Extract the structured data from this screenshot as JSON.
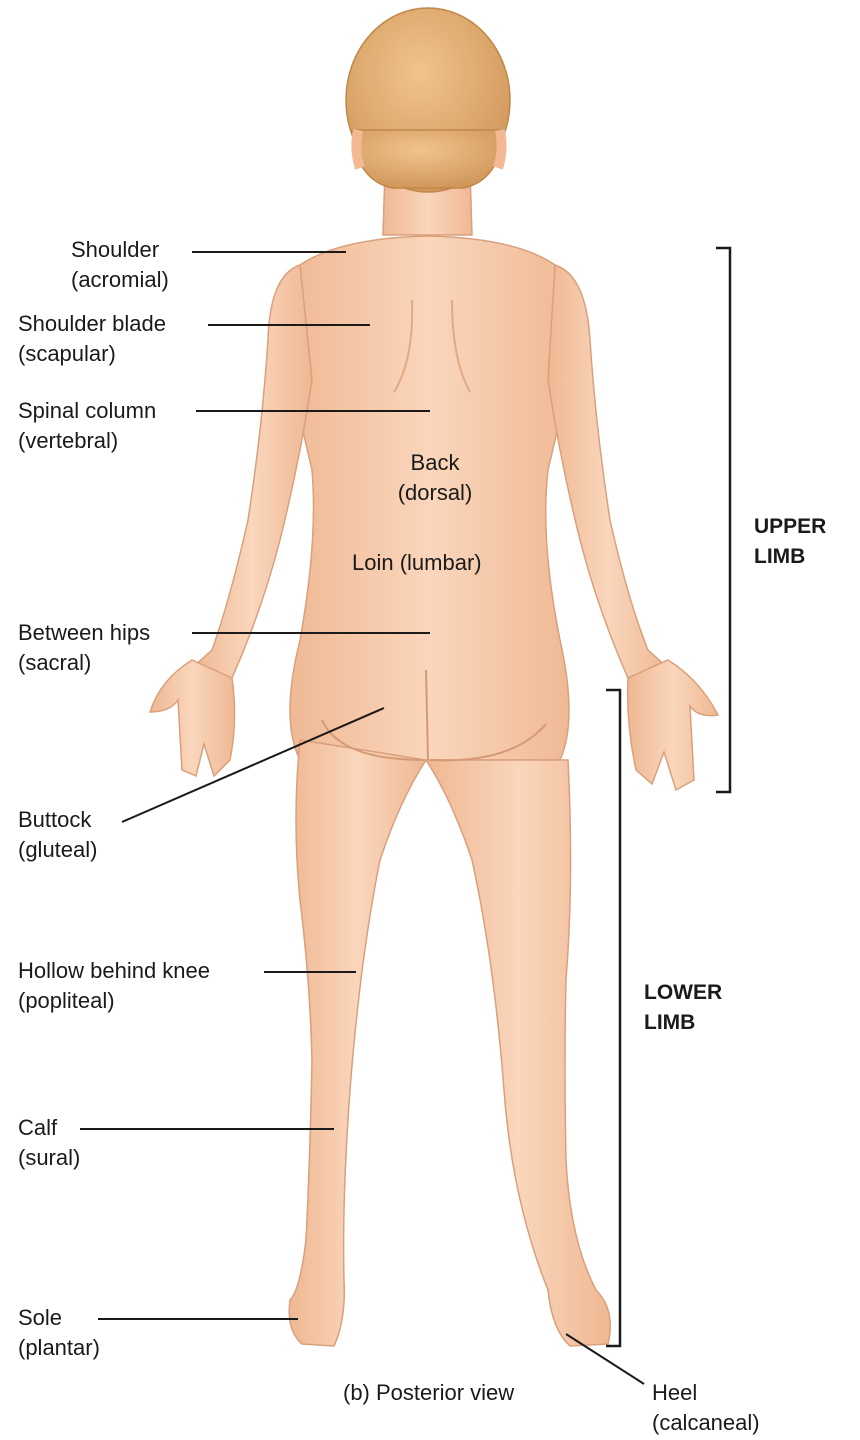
{
  "labels": {
    "shoulder": {
      "line1": "Shoulder",
      "line2": "(acromial)"
    },
    "shoulder_blade": {
      "line1": "Shoulder blade",
      "line2": "(scapular)"
    },
    "spinal_column": {
      "line1": "Spinal column",
      "line2": "(vertebral)"
    },
    "back": {
      "line1": "Back",
      "line2": "(dorsal)"
    },
    "loin": {
      "line1": "Loin (lumbar)"
    },
    "between_hips": {
      "line1": "Between hips",
      "line2": "(sacral)"
    },
    "buttock": {
      "line1": "Buttock",
      "line2": "(gluteal)"
    },
    "hollow_behind_knee": {
      "line1": "Hollow behind knee",
      "line2": "(popliteal)"
    },
    "calf": {
      "line1": "Calf",
      "line2": "(sural)"
    },
    "sole": {
      "line1": "Sole",
      "line2": "(plantar)"
    },
    "heel": {
      "line1": "Heel",
      "line2": "(calcaneal)"
    }
  },
  "regions": {
    "upper_limb": {
      "line1": "UPPER",
      "line2": "LIMB"
    },
    "lower_limb": {
      "line1": "LOWER",
      "line2": "LIMB"
    }
  },
  "caption": "(b) Posterior view",
  "colors": {
    "skin": "#f6c9a8",
    "skin_shadow": "#e8ad86",
    "hair": "#e2ac70",
    "line": "#1a1a1a"
  }
}
